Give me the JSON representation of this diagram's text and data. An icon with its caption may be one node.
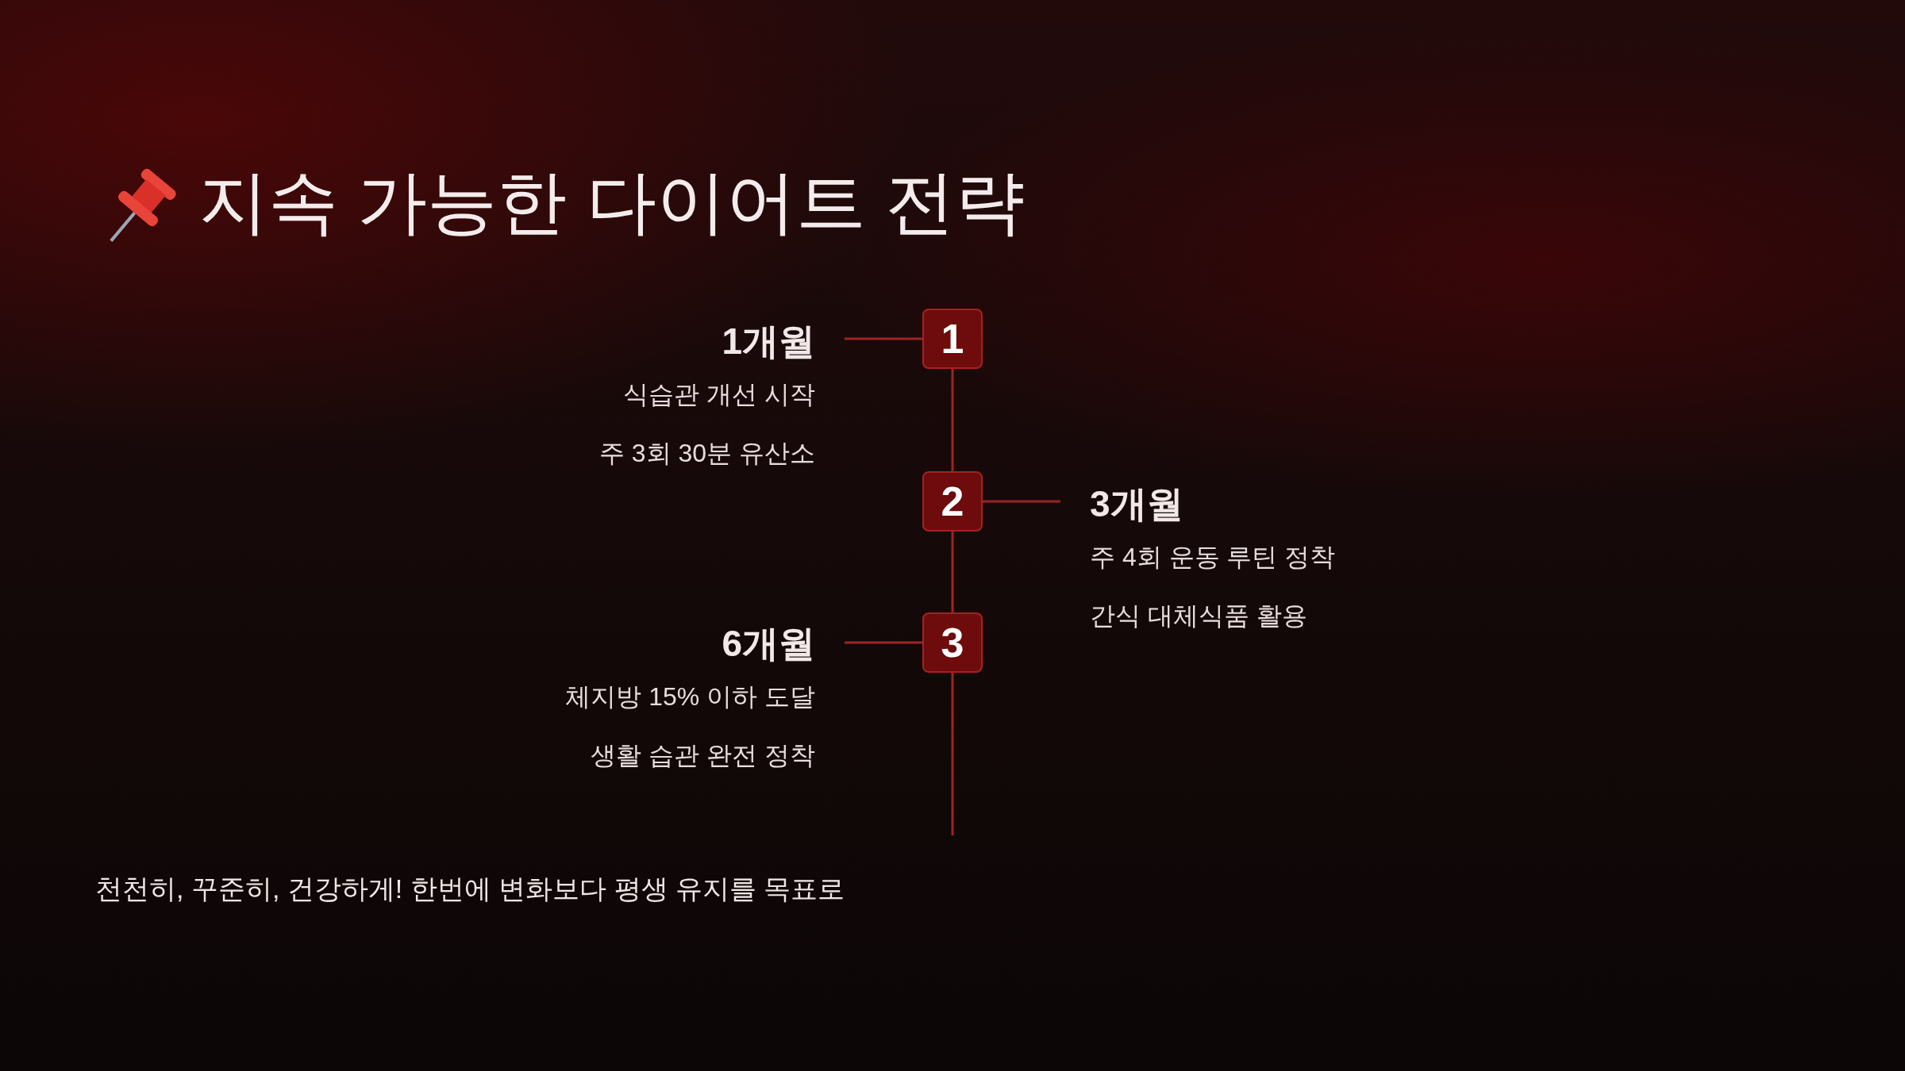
{
  "diagram": {
    "title": "지속 가능한 다이어트 전략",
    "nodes": [
      {
        "text": [
          "1개월",
          "식습관 개선 시작",
          "주 3회 30분 유산소"
        ]
      },
      {
        "text": [
          "1"
        ]
      },
      {
        "text": [
          "2"
        ]
      },
      {
        "text": [
          "3개월",
          "주 4회 운동 루틴 정착",
          "간식 대체식품 활용"
        ]
      },
      {
        "text": [
          "6개월",
          "체지방 15% 이하 도달",
          "생활 습관 완전 정착"
        ]
      },
      {
        "text": [
          "3"
        ]
      }
    ],
    "edges": [
      {
        "from": 0,
        "to": 1,
        "arrow": "none"
      },
      {
        "from": 1,
        "to": 2,
        "arrow": "none"
      },
      {
        "from": 2,
        "to": 3,
        "arrow": "none"
      },
      {
        "from": 4,
        "to": 5,
        "arrow": "none"
      },
      {
        "from": 2,
        "to": 5,
        "arrow": "none"
      },
      {
        "from": 5,
        "to": null,
        "arrow": "none"
      }
    ],
    "labels": [
      "천천히, 꾸준히, 건강하게! 한번에 변화보다 평생 유지를 목표로"
    ]
  }
}
